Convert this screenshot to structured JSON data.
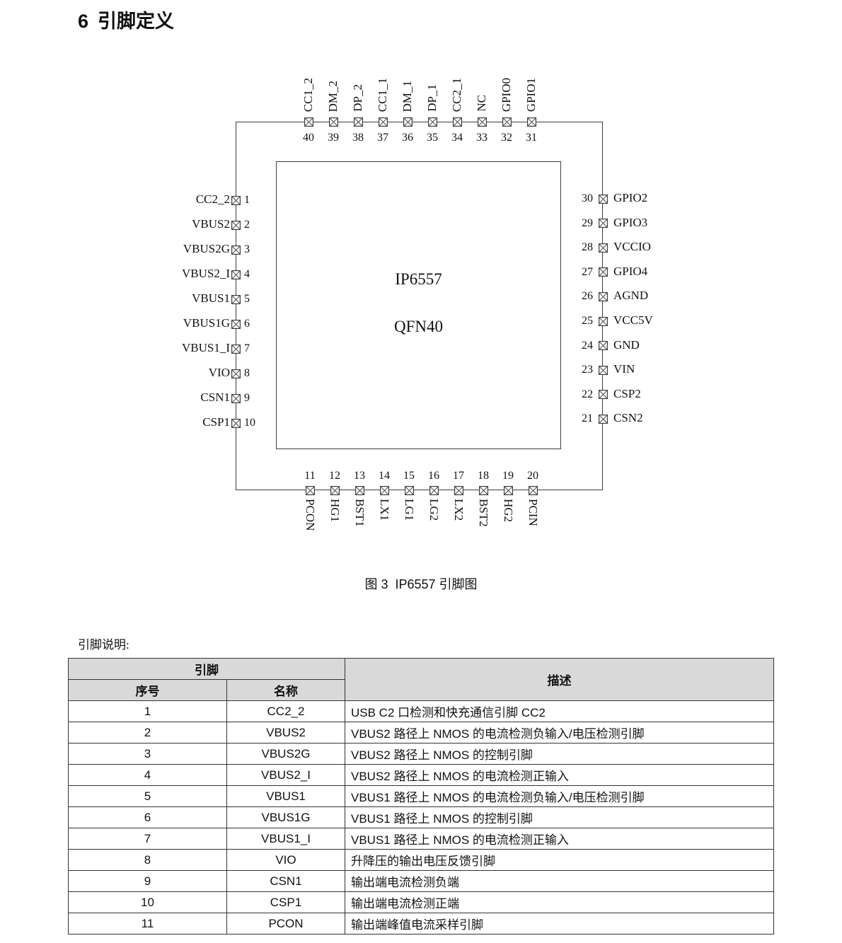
{
  "page": {
    "section_number": "6",
    "section_title": "引脚定义",
    "figure_caption": "图 3  IP6557 引脚图",
    "pin_note": "引脚说明:"
  },
  "chip": {
    "name": "IP6557",
    "package": "QFN40",
    "pins": {
      "top": [
        {
          "num": "40",
          "label": "CC1_2"
        },
        {
          "num": "39",
          "label": "DM_2"
        },
        {
          "num": "38",
          "label": "DP_2"
        },
        {
          "num": "37",
          "label": "CC1_1"
        },
        {
          "num": "36",
          "label": "DM_1"
        },
        {
          "num": "35",
          "label": "DP_1"
        },
        {
          "num": "34",
          "label": "CC2_1"
        },
        {
          "num": "33",
          "label": "NC"
        },
        {
          "num": "32",
          "label": "GPIO0"
        },
        {
          "num": "31",
          "label": "GPIO1"
        }
      ],
      "left": [
        {
          "num": "1",
          "label": "CC2_2"
        },
        {
          "num": "2",
          "label": "VBUS2"
        },
        {
          "num": "3",
          "label": "VBUS2G"
        },
        {
          "num": "4",
          "label": "VBUS2_I"
        },
        {
          "num": "5",
          "label": "VBUS1"
        },
        {
          "num": "6",
          "label": "VBUS1G"
        },
        {
          "num": "7",
          "label": "VBUS1_I"
        },
        {
          "num": "8",
          "label": "VIO"
        },
        {
          "num": "9",
          "label": "CSN1"
        },
        {
          "num": "10",
          "label": "CSP1"
        }
      ],
      "right": [
        {
          "num": "30",
          "label": "GPIO2"
        },
        {
          "num": "29",
          "label": "GPIO3"
        },
        {
          "num": "28",
          "label": "VCCIO"
        },
        {
          "num": "27",
          "label": "GPIO4"
        },
        {
          "num": "26",
          "label": "AGND"
        },
        {
          "num": "25",
          "label": "VCC5V"
        },
        {
          "num": "24",
          "label": "GND"
        },
        {
          "num": "23",
          "label": "VIN"
        },
        {
          "num": "22",
          "label": "CSP2"
        },
        {
          "num": "21",
          "label": "CSN2"
        }
      ],
      "bottom": [
        {
          "num": "11",
          "label": "PCON"
        },
        {
          "num": "12",
          "label": "HG1"
        },
        {
          "num": "13",
          "label": "BST1"
        },
        {
          "num": "14",
          "label": "LX1"
        },
        {
          "num": "15",
          "label": "LG1"
        },
        {
          "num": "16",
          "label": "LG2"
        },
        {
          "num": "17",
          "label": "LX2"
        },
        {
          "num": "18",
          "label": "BST2"
        },
        {
          "num": "19",
          "label": "HG2"
        },
        {
          "num": "20",
          "label": "PCIN"
        }
      ]
    }
  },
  "table": {
    "header_group": "引脚",
    "header_desc": "描述",
    "col_num": "序号",
    "col_name": "名称",
    "rows": [
      {
        "num": "1",
        "name": "CC2_2",
        "desc": "USB C2 口检测和快充通信引脚 CC2"
      },
      {
        "num": "2",
        "name": "VBUS2",
        "desc": "VBUS2 路径上 NMOS 的电流检测负输入/电压检测引脚"
      },
      {
        "num": "3",
        "name": "VBUS2G",
        "desc": "VBUS2 路径上 NMOS 的控制引脚"
      },
      {
        "num": "4",
        "name": "VBUS2_I",
        "desc": "VBUS2 路径上 NMOS 的电流检测正输入"
      },
      {
        "num": "5",
        "name": "VBUS1",
        "desc": "VBUS1 路径上 NMOS 的电流检测负输入/电压检测引脚"
      },
      {
        "num": "6",
        "name": "VBUS1G",
        "desc": "VBUS1 路径上 NMOS 的控制引脚"
      },
      {
        "num": "7",
        "name": "VBUS1_I",
        "desc": "VBUS1 路径上 NMOS 的电流检测正输入"
      },
      {
        "num": "8",
        "name": "VIO",
        "desc": "升降压的输出电压反馈引脚"
      },
      {
        "num": "9",
        "name": "CSN1",
        "desc": "输出端电流检测负端"
      },
      {
        "num": "10",
        "name": "CSP1",
        "desc": "输出端电流检测正端"
      },
      {
        "num": "11",
        "name": "PCON",
        "desc": "输出端峰值电流采样引脚"
      }
    ]
  },
  "colors": {
    "line": "#3c3c3c",
    "table_header_bg": "#d9d9d9",
    "text": "#111111"
  }
}
